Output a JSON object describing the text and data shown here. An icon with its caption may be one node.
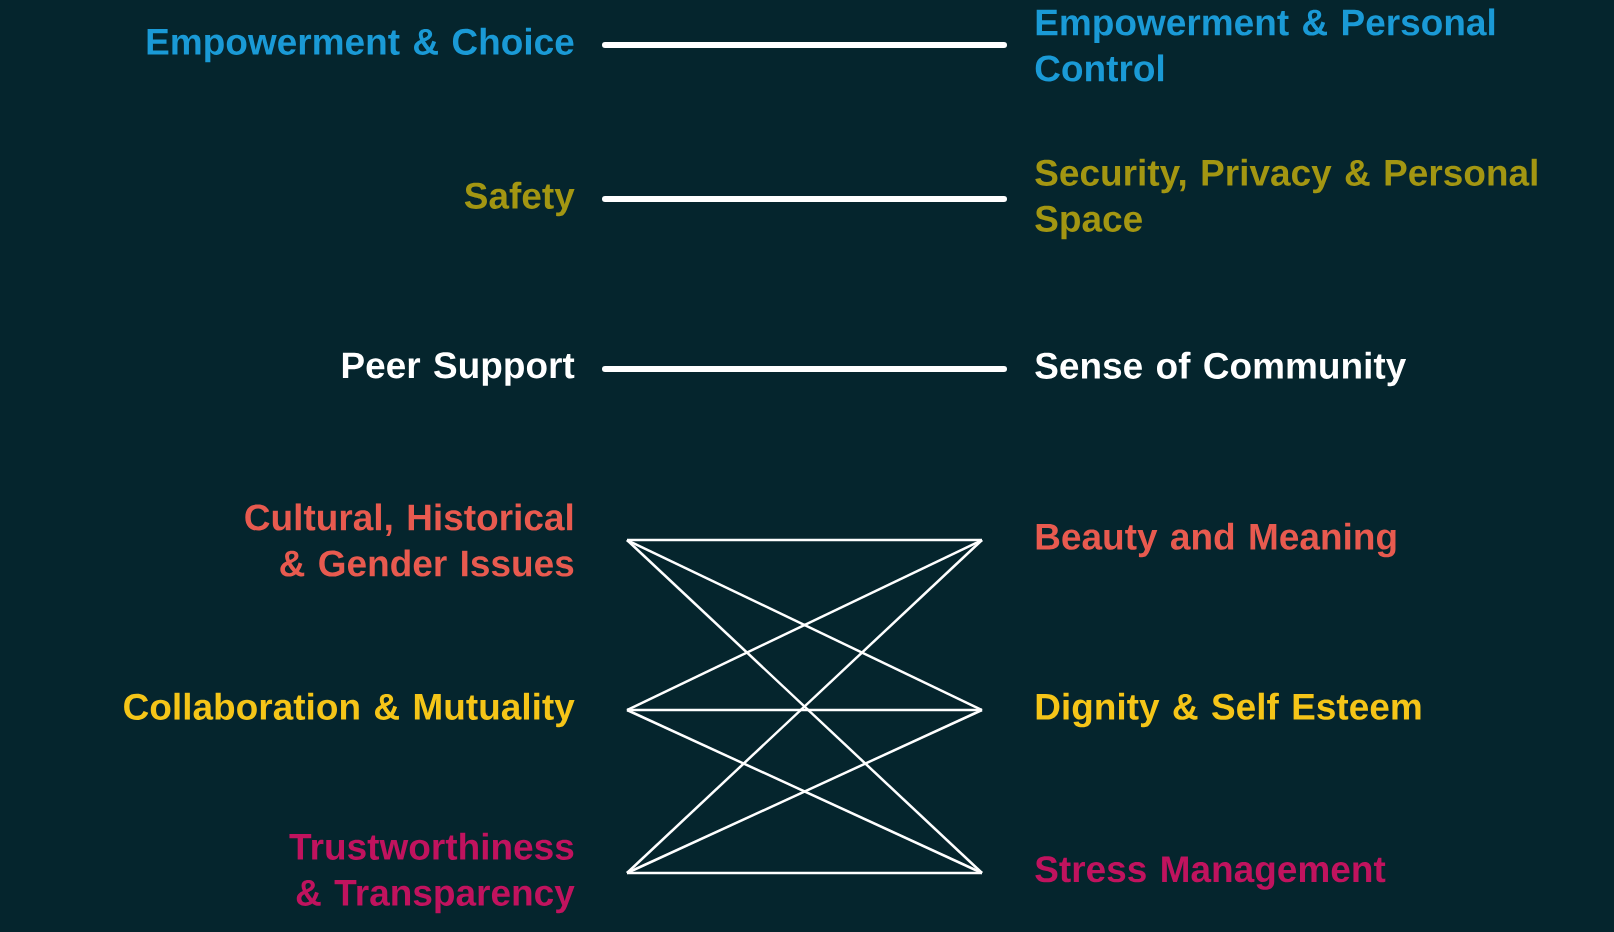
{
  "diagram": {
    "nodes": [
      {
        "text": [
          "Empowerment & Choice"
        ]
      },
      {
        "text": [
          "Empowerment & Personal Control"
        ]
      },
      {
        "text": [
          "Safety"
        ]
      },
      {
        "text": [
          "Security, Privacy & Personal Space"
        ]
      },
      {
        "text": [
          "Peer Support"
        ]
      },
      {
        "text": [
          "Sense of Community"
        ]
      },
      {
        "text": [
          "Cultural, Historical & Gender Issues"
        ]
      },
      {
        "text": [
          "Beauty and Meaning"
        ]
      },
      {
        "text": [
          "Collaboration & Mutuality"
        ]
      },
      {
        "text": [
          "Dignity & Self Esteem"
        ]
      },
      {
        "text": [
          "Trustworthiness & Transparency"
        ]
      },
      {
        "text": [
          "Stress Management"
        ]
      }
    ],
    "edges": [
      {
        "from": 0,
        "to": 1,
        "arrow": "none",
        "style": "thick"
      },
      {
        "from": 2,
        "to": 3,
        "arrow": "none",
        "style": "thick"
      },
      {
        "from": 4,
        "to": 5,
        "arrow": "none",
        "style": "thick"
      },
      {
        "from": 6,
        "to": 7,
        "arrow": "none"
      },
      {
        "from": 6,
        "to": 9,
        "arrow": "none"
      },
      {
        "from": 6,
        "to": 11,
        "arrow": "none"
      },
      {
        "from": 8,
        "to": 7,
        "arrow": "none"
      },
      {
        "from": 8,
        "to": 9,
        "arrow": "none"
      },
      {
        "from": 8,
        "to": 11,
        "arrow": "none"
      },
      {
        "from": 10,
        "to": 7,
        "arrow": "none"
      },
      {
        "from": 10,
        "to": 9,
        "arrow": "none"
      },
      {
        "from": 10,
        "to": 11,
        "arrow": "none"
      }
    ]
  }
}
